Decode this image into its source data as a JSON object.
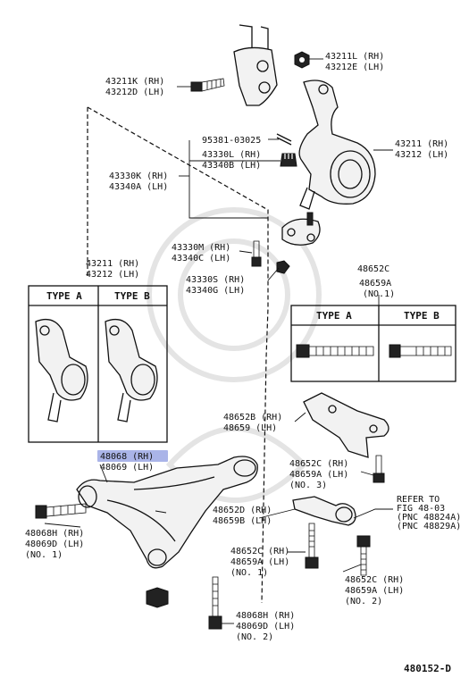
{
  "callouts": {
    "c_43211K": [
      "43211K (RH)",
      "43212D (LH)"
    ],
    "c_43211L": [
      "43211L (RH)",
      "43212E (LH)"
    ],
    "c_95381": [
      "95381-03025"
    ],
    "c_43330L": [
      "43330L (RH)",
      "43340B (LH)"
    ],
    "c_43330K": [
      "43330K (RH)",
      "43340A (LH)"
    ],
    "c_43211": [
      "43211 (RH)",
      "43212 (LH)"
    ],
    "c_43330M": [
      "43330M (RH)",
      "43340C (LH)"
    ],
    "c_43211b": [
      "43211 (RH)",
      "43212 (LH)"
    ],
    "c_43330S": [
      "43330S (RH)",
      "43340G (LH)"
    ],
    "c_48652C_top": [
      "48652C",
      "48659A",
      "(NO.1)"
    ],
    "c_48652B": [
      "48652B (RH)",
      "48659 (LH)"
    ],
    "c_48068": [
      "48068 (RH)",
      "48069 (LH)"
    ],
    "c_48652C_3": [
      "48652C (RH)",
      "48659A (LH)",
      "(NO. 3)"
    ],
    "c_48652D": [
      "48652D (RH)",
      "48659B (LH)"
    ],
    "c_refer": [
      "REFER TO",
      "FIG 48-03",
      "(PNC 48824A)",
      "(PNC 48829A)"
    ],
    "c_48068H_1": [
      "48068H (RH)",
      "48069D (LH)",
      "(NO. 1)"
    ],
    "c_48652C_1": [
      "48652C (RH)",
      "48659A (LH)",
      "(NO. 1)"
    ],
    "c_48652C_2": [
      "48652C (RH)",
      "48659A (LH)",
      "(NO. 2)"
    ],
    "c_48068H_2": [
      "48068H (RH)",
      "48069D (LH)",
      "(NO. 2)"
    ]
  },
  "type_boxes": {
    "left_a": "TYPE A",
    "left_b": "TYPE B",
    "right_a": "TYPE A",
    "right_b": "TYPE B"
  },
  "figure_id": "480152-D",
  "highlight_color": "#aab4e8"
}
